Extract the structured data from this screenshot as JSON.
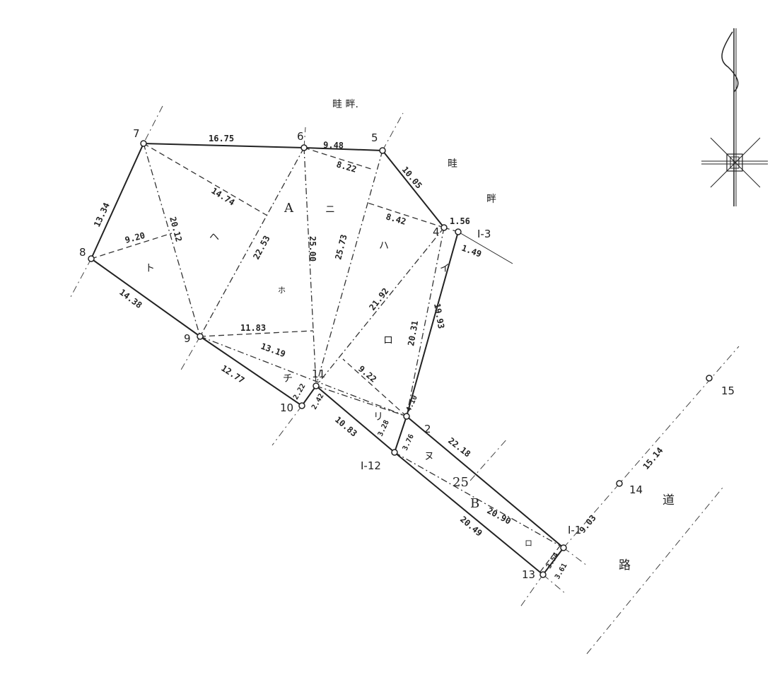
{
  "points": {
    "p1": "I-1",
    "p2": "2",
    "p3": "I-3",
    "p4": "4",
    "p5": "5",
    "p6": "6",
    "p7": "7",
    "p8": "8",
    "p9": "9",
    "p10": "10",
    "p11": "11",
    "p12": "I-12",
    "p13": "13",
    "p14": "14",
    "p15": "15"
  },
  "distances": {
    "d7_6": "16.75",
    "d6_5": "9.48",
    "d5_4": "10.05",
    "d7_8": "13.34",
    "d8_9": "14.38",
    "d8_foot": "9.20",
    "d7_9": "20.12",
    "d7_foot": "14.74",
    "d6_9": "22.53",
    "d6_11": "25.00",
    "d5_11": "25.73",
    "d6_foot": "8.22",
    "d4_foot": "8.42",
    "d4_11": "21.92",
    "d4_2": "20.31",
    "d3_2": "19.93",
    "d4_3": "1.56",
    "d3_b": "1.49",
    "d9_11": "11.83",
    "d9_2": "13.19",
    "d9_10": "12.77",
    "d10_11": "2.22",
    "d10_b": "2.42",
    "d2_foot": "9.22",
    "d2_b": "4.10",
    "d12_2a": "3.28",
    "d12_2b": "3.76",
    "d11_12": "10.83",
    "d2_1": "22.18",
    "d12_1": "20.90",
    "d12_13": "20.49",
    "d1_13a": "3.54",
    "d1_13b": "3.61",
    "d1_14": "9.03",
    "d14_15": "15.14"
  },
  "regions": {
    "A": "A",
    "B": "B",
    "i": "イ",
    "ro": "ロ",
    "ha": "ハ",
    "ni": "ニ",
    "ho": "ホ",
    "he": "ヘ",
    "to": "ト",
    "chi": "チ",
    "ri": "リ",
    "nu": "ヌ",
    "ro_b": "ロ",
    "width25": "25"
  },
  "annotations": {
    "aze1": "畦 畔.",
    "aze2": "畦",
    "han2": "畔",
    "road1": "道",
    "road2": "路"
  },
  "north_arrow": "north-arrow-icon"
}
